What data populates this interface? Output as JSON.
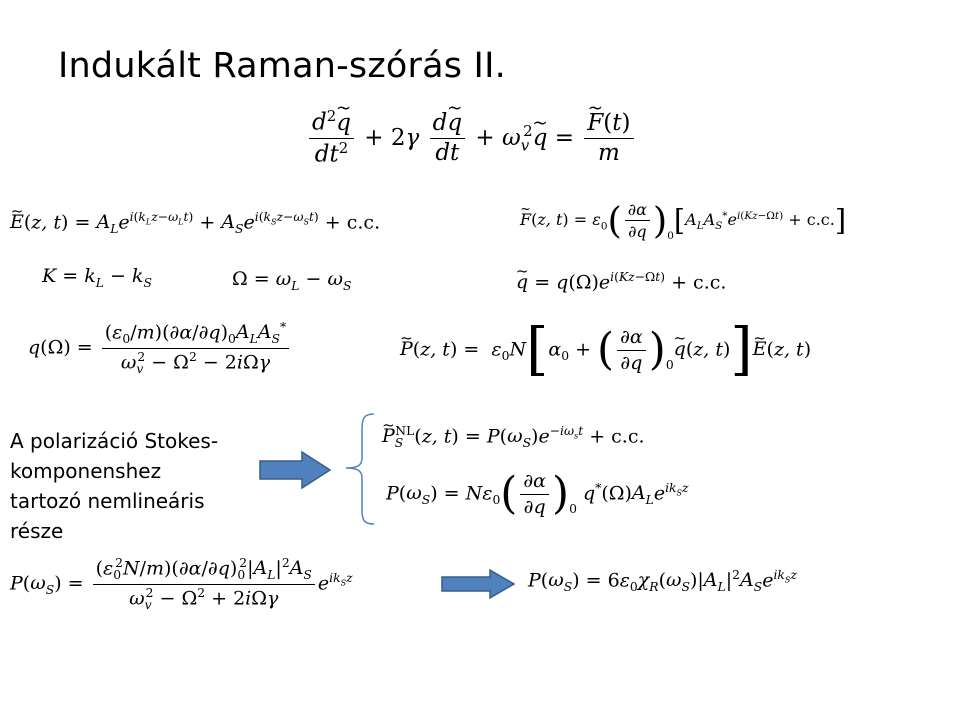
{
  "title": "Indukált Raman-szórás II.",
  "side_text": {
    "line1": "A polarizáció Stokes-",
    "line2": "komponenshez",
    "line3": "tartozó nemlineáris",
    "line4": "része"
  },
  "equations": {
    "motion": "d²q̃/dt² + 2γ dq̃/dt + ω_v² q̃ = F̃(t)/m",
    "field": "Ẽ(z,t) = A_L e^{i(k_L z − ω_L t)} + A_S e^{i(k_S z − ω_S t)} + c.c.",
    "force": "F̃(z,t) = ε₀ (∂α/∂q)₀ [A_L A_S* e^{i(Kz − Ωt)} + c.c.]",
    "K_def": "K = k_L − k_S",
    "Omega_def": "Ω = ω_L − ω_S",
    "q_tilde": "q̃ = q(Ω) e^{i(Kz − Ωt)} + c.c.",
    "q_omega": "q(Ω) = (ε₀/m)(∂α/∂q)₀ A_L A_S* / (ω_v² − Ω² − 2iΩγ)",
    "polarization": "P̃(z,t) = ε₀ N [α₀ + (∂α/∂q)₀ q̃(z,t)] Ẽ(z,t)",
    "P_NL": "P̃_S^NL(z,t) = P(ω_S) e^{−iω_s t} + c.c.",
    "P_omegaS_def": "P(ω_S) = N ε₀ (∂α/∂q)₀ q*(Ω) A_L e^{ik_S z}",
    "P_omegaS_full": "P(ω_S) = (ε₀² N/m)(∂α/∂q)₀² |A_L|² A_S / (ω_v² − Ω² + 2iΩγ) e^{ik_S z}",
    "P_omegaS_chi": "P(ω_S) = 6ε₀ χ_R(ω_S) |A_L|² A_S e^{ik_S z}"
  },
  "colors": {
    "arrow_fill": "#4f81bd",
    "arrow_stroke": "#385d8a",
    "brace": "#4f81bd"
  }
}
